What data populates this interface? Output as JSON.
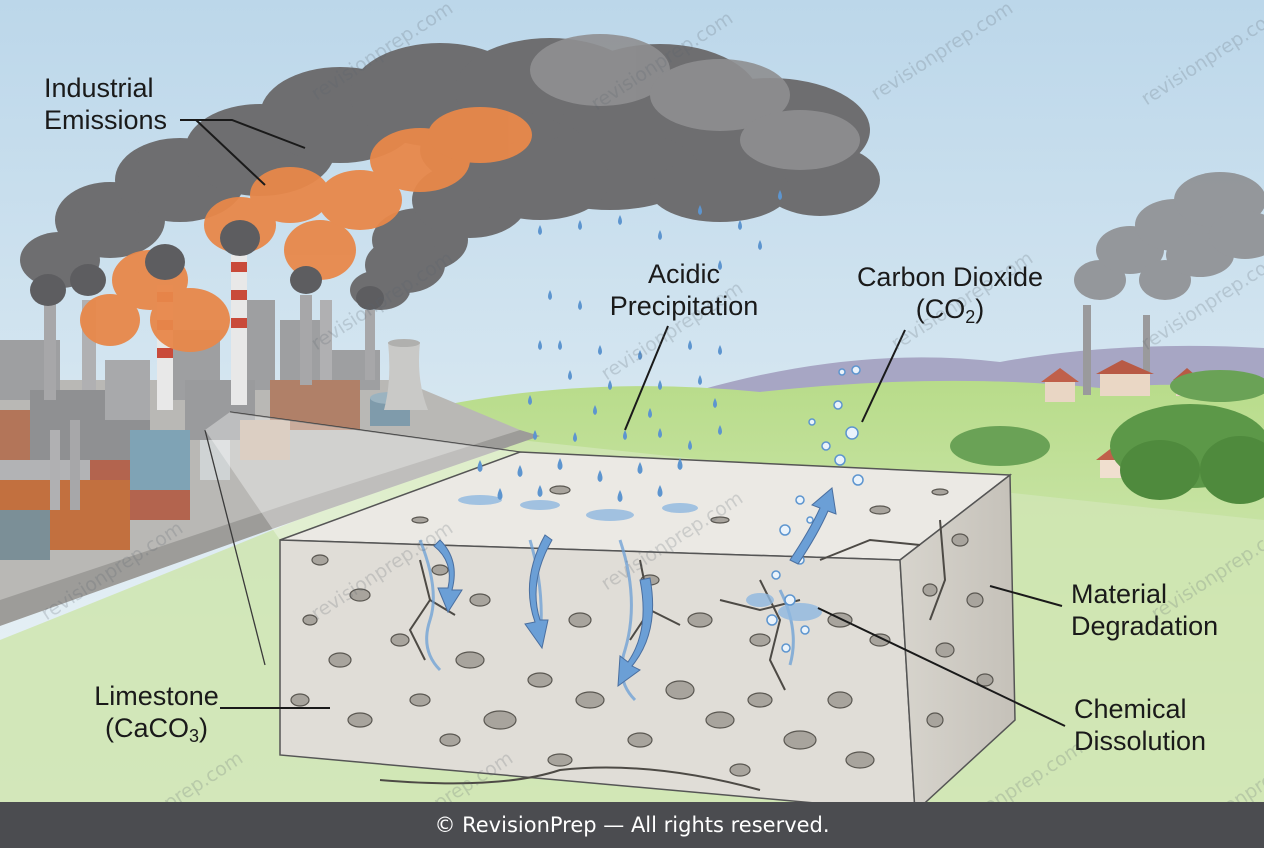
{
  "labels": {
    "industrial_emissions_line1": "Industrial",
    "industrial_emissions_line2": "Emissions",
    "acidic_precipitation_line1": "Acidic",
    "acidic_precipitation_line2": "Precipitation",
    "carbon_dioxide_line1": "Carbon Dioxide",
    "carbon_dioxide_formula_main": "(CO",
    "carbon_dioxide_formula_sub": "2",
    "carbon_dioxide_formula_end": ")",
    "material_degradation_line1": "Material",
    "material_degradation_line2": "Degradation",
    "chemical_dissolution_line1": "Chemical",
    "chemical_dissolution_line2": "Dissolution",
    "limestone_line1": "Limestone",
    "limestone_formula_main": "(CaCO",
    "limestone_formula_sub": "3",
    "limestone_formula_end": ")"
  },
  "watermark": "revisionprep.com",
  "footer": "© RevisionPrep — All rights reserved.",
  "colors": {
    "sky": "#dcebf4",
    "smoke": "#6e6e70",
    "orange_smoke": "#e8884a",
    "grass": "#a8d07a",
    "stone": "#e3e1dc",
    "water": "#6b9fd6",
    "footer": "#4b4c50"
  }
}
